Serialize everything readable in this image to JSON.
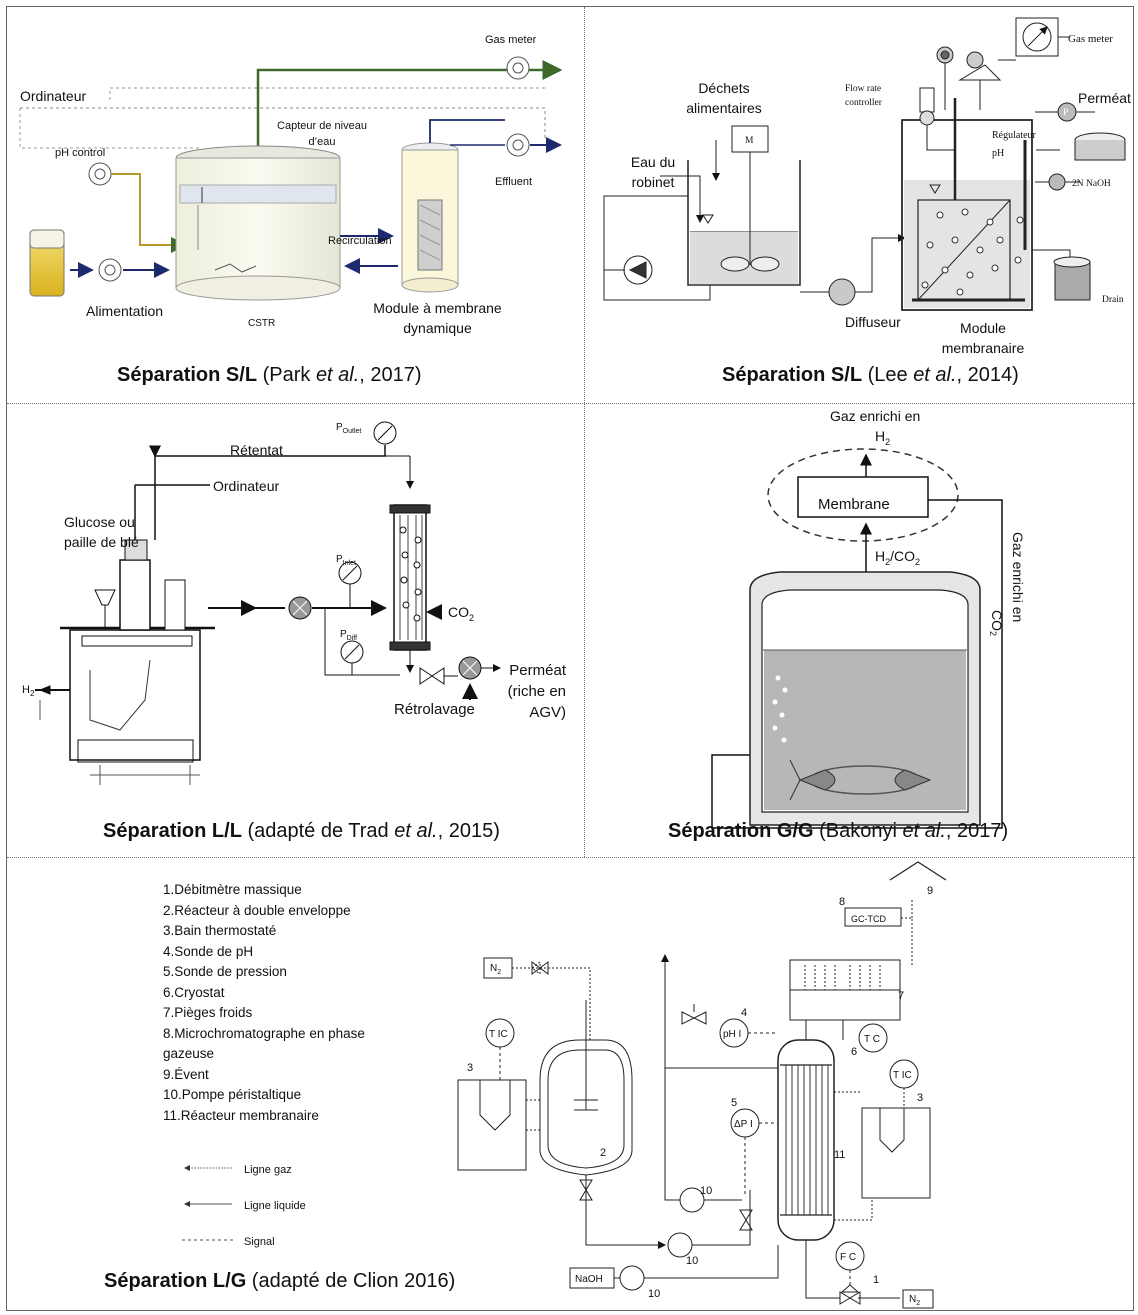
{
  "panel1": {
    "gas_meter": "Gas meter",
    "ordinateur": "Ordinateur",
    "ph_control": "pH control",
    "capteur": "Capteur de niveau d’eau",
    "effluent": "Effluent",
    "recirculation": "Recirculation",
    "alimentation": "Alimentation",
    "cstr": "CSTR",
    "module": "Module à membrane dynamique",
    "caption_bold": "Séparation S/L",
    "caption_pre": " (Park ",
    "caption_it": "et al.",
    "caption_post": ", 2017)"
  },
  "panel2": {
    "dechets": "Déchets alimentaires",
    "eau": "Eau du robinet",
    "motor": "M",
    "flow_rate": "Flow rate controller",
    "gas_meter": "Gas meter",
    "permeat": "Perméat",
    "pump_p": "P",
    "regulateur": "Régulateur pH",
    "naoh": "2N NaOH",
    "drain": "Drain",
    "diffuseur": "Diffuseur",
    "module": "Module membranaire",
    "caption_bold": "Séparation S/L",
    "caption_pre": " (Lee ",
    "caption_it": "et al.",
    "caption_post": ", 2014)"
  },
  "panel3": {
    "p_outlet": "P",
    "p_outlet_sub": "Outlet",
    "retentat": "Rétentat",
    "ordinateur": "Ordinateur",
    "glucose": "Glucose ou paille de blé",
    "h2": "H",
    "h2_sub": "2",
    "p_inlet": "P",
    "p_inlet_sub": "Inlet",
    "co2": "CO",
    "co2_sub": "2",
    "p_diff": "P",
    "p_diff_sub": "Diff",
    "permeat": "Perméat (riche en AGV)",
    "retrolavage": "Rétrolavage",
    "caption_bold": "Séparation L/L",
    "caption_pre": " (adapté de Trad ",
    "caption_it": "et al.",
    "caption_post": ", 2015)"
  },
  "panel4": {
    "gaz_h2": "Gaz enrichi en",
    "gaz_h2_b": "H",
    "gaz_h2_sub": "2",
    "membrane": "Membrane",
    "h2co2": "H",
    "h2co2_b": "/CO",
    "h2co2_sub1": "2",
    "h2co2_sub2": "2",
    "gaz_co2": "Gaz enrichi en",
    "gaz_co2_b": "CO",
    "gaz_co2_sub": "2",
    "caption_bold": "Séparation G/G",
    "caption_pre": " (Bakonyi  ",
    "caption_it": "et al.",
    "caption_post": ", 2017)"
  },
  "panel5": {
    "list": [
      "1.Débitmètre massique",
      "2.Réacteur à double enveloppe",
      "3.Bain thermostaté",
      "4.Sonde de pH",
      "5.Sonde de pression",
      "6.Cryostat",
      "7.Pièges froids",
      "8.Microchromatographe en phase gazeuse",
      "9.Évent",
      "10.Pompe péristaltique",
      "11.Réacteur membranaire"
    ],
    "ligne_gaz": "Ligne gaz",
    "ligne_liquide": "Ligne liquide",
    "signal": "Signal",
    "n2": "N",
    "n2_sub": "2",
    "tic": "T IC",
    "gctcd": "GC-TCD",
    "ph": "pH I",
    "dp": "ΔP I",
    "tc": "T C",
    "fc": "F C",
    "naoh": "NaOH",
    "nums": [
      "1",
      "2",
      "3",
      "3",
      "4",
      "5",
      "6",
      "7",
      "8",
      "9",
      "10",
      "10",
      "10",
      "11"
    ],
    "caption_bold": "Séparation L/G",
    "caption_post": " (adapté de Clion 2016)"
  }
}
